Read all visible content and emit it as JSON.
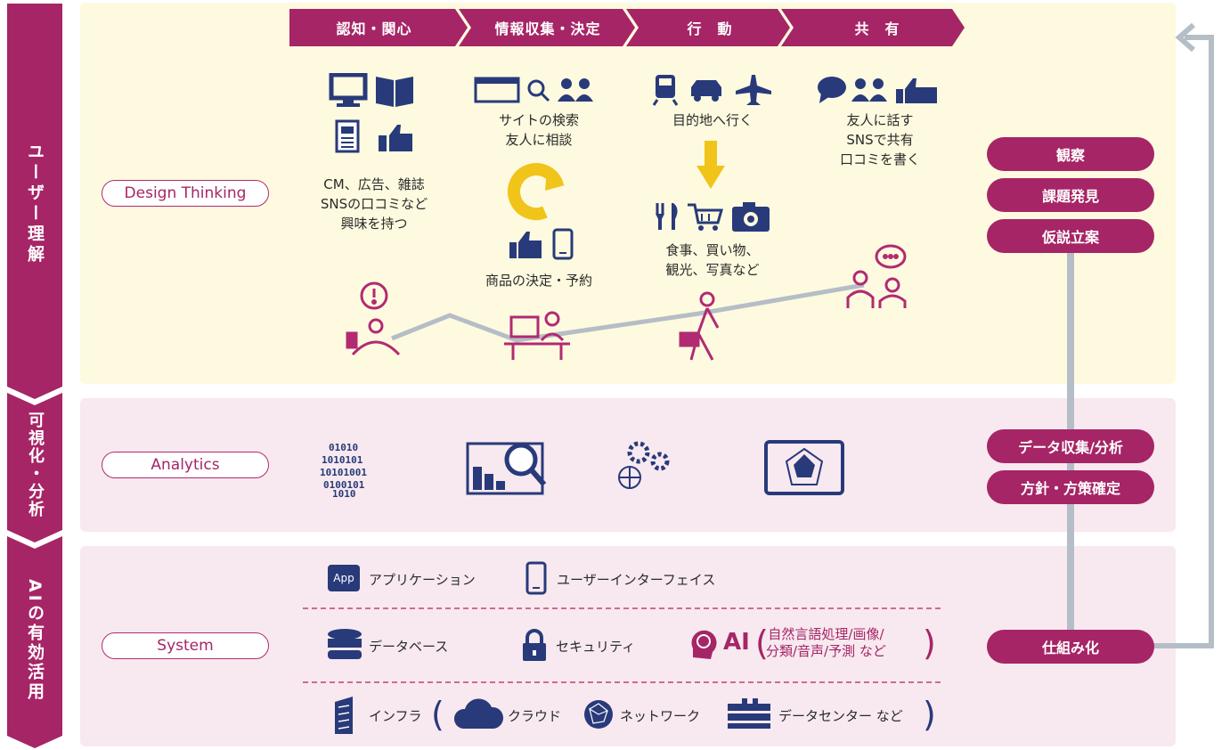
{
  "colors": {
    "magenta": "#a62566",
    "navy": "#283a7a",
    "yellow_bg": "#fdfadf",
    "pink_bg": "#f7e9ef",
    "gold": "#f0c419",
    "gray_line": "#b5bec6"
  },
  "sidebar": {
    "user_understanding": "ユーザー理解",
    "visualization": "可視化・分析",
    "ai_usage": "AIの有効活用"
  },
  "journey_steps": [
    "認知・関心",
    "情報収集・決定",
    "行　動",
    "共　有"
  ],
  "design_thinking": {
    "label": "Design Thinking",
    "awareness_caption": [
      "CM、広告、雑誌",
      "SNSの口コミなど",
      "興味を持つ"
    ],
    "search_caption": [
      "サイトの検索",
      "友人に相談"
    ],
    "decision_caption": "商品の決定・予約",
    "travel_caption": "目的地へ行く",
    "activity_caption": [
      "食事、買い物、",
      "観光、写真など"
    ],
    "share_caption": [
      "友人に話す",
      "SNSで共有",
      "口コミを書く"
    ]
  },
  "analytics": {
    "label": "Analytics"
  },
  "system": {
    "label": "System",
    "app_badge": "App",
    "application": "アプリケーション",
    "user_interface": "ユーザーインターフェイス",
    "database": "データベース",
    "security": "セキュリティ",
    "ai": "AI",
    "ai_detail": [
      "自然言語処理/画像/",
      "分類/音声/予測 など"
    ],
    "infra": "インフラ",
    "cloud": "クラウド",
    "network": "ネットワーク",
    "datacenter": "データセンター など"
  },
  "process_steps": {
    "observe": "観察",
    "discover": "課題発見",
    "hypothesis": "仮説立案",
    "data_collection": "データ収集/分析",
    "policy": "方針・方策確定",
    "systemize": "仕組み化"
  }
}
